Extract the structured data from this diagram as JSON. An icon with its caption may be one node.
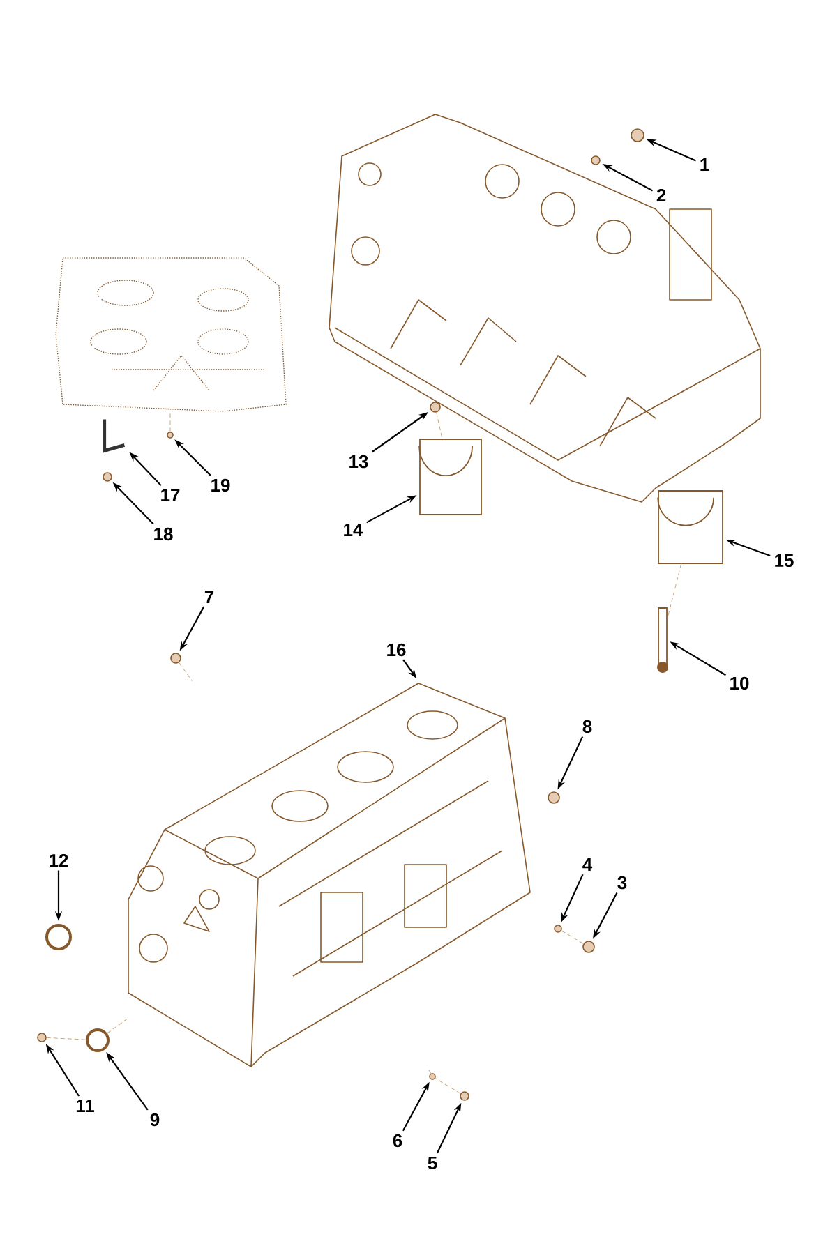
{
  "diagram": {
    "nodes": [
      {
        "text": [
          "1"
        ]
      },
      {
        "text": [
          "2"
        ]
      },
      {
        "text": [
          "3"
        ]
      },
      {
        "text": [
          "4"
        ]
      },
      {
        "text": [
          "5"
        ]
      },
      {
        "text": [
          "6"
        ]
      },
      {
        "text": [
          "7"
        ]
      },
      {
        "text": [
          "8"
        ]
      },
      {
        "text": [
          "9"
        ]
      },
      {
        "text": [
          "10"
        ]
      },
      {
        "text": [
          "11"
        ]
      },
      {
        "text": [
          "12"
        ]
      },
      {
        "text": [
          "13"
        ]
      },
      {
        "text": [
          "14"
        ]
      },
      {
        "text": [
          "15"
        ]
      },
      {
        "text": [
          "16"
        ]
      },
      {
        "text": [
          "17"
        ]
      },
      {
        "text": [
          "18"
        ]
      },
      {
        "text": [
          "19"
        ]
      },
      {
        "text": [],
        "shape": "circle"
      },
      {
        "text": [],
        "shape": "circle"
      },
      {
        "text": [],
        "shape": "circle"
      },
      {
        "text": [],
        "shape": "circle"
      },
      {
        "text": [],
        "shape": "circle"
      },
      {
        "text": [],
        "shape": "circle"
      },
      {
        "text": [],
        "shape": "circle"
      },
      {
        "text": [],
        "shape": "circle"
      },
      {
        "text": [],
        "shape": "circle"
      },
      {
        "text": [],
        "shape": "bar"
      },
      {
        "text": [],
        "shape": "circle"
      },
      {
        "text": [],
        "shape": "circle"
      },
      {
        "text": [],
        "shape": "circle"
      },
      {
        "text": [],
        "shape": "box"
      },
      {
        "text": [],
        "shape": "box"
      },
      {
        "text": [],
        "shape": "picture"
      },
      {
        "text": [],
        "shape": "picture"
      },
      {
        "text": [],
        "shape": "circle"
      },
      {
        "text": [],
        "shape": "circle"
      },
      {
        "text": [],
        "shape": "picture"
      }
    ],
    "edges": [
      {
        "from": 0,
        "to": 19,
        "arrow": "to"
      },
      {
        "from": 1,
        "to": 20,
        "arrow": "to"
      },
      {
        "from": 2,
        "to": 21,
        "arrow": "to"
      },
      {
        "from": 3,
        "to": 22,
        "arrow": "to"
      },
      {
        "from": 4,
        "to": 23,
        "arrow": "to"
      },
      {
        "from": 5,
        "to": 24,
        "arrow": "to"
      },
      {
        "from": 6,
        "to": 25,
        "arrow": "to"
      },
      {
        "from": 7,
        "to": 26,
        "arrow": "to"
      },
      {
        "from": 8,
        "to": 27,
        "arrow": "to"
      },
      {
        "from": 9,
        "to": 28,
        "arrow": "to"
      },
      {
        "from": 10,
        "to": 29,
        "arrow": "to"
      },
      {
        "from": 11,
        "to": 30,
        "arrow": "to"
      },
      {
        "from": 12,
        "to": 31,
        "arrow": "to"
      },
      {
        "from": 13,
        "to": 32,
        "arrow": "to"
      },
      {
        "from": 14,
        "to": 33,
        "arrow": "to"
      },
      {
        "from": 15,
        "to": 34,
        "arrow": "to"
      },
      {
        "from": 16,
        "to": 35,
        "arrow": "to"
      },
      {
        "from": 17,
        "to": 36,
        "arrow": "to"
      },
      {
        "from": 18,
        "to": 37,
        "arrow": "to"
      },
      {
        "from": 31,
        "to": 32,
        "arrow": "none",
        "style": "dashed",
        "color": "#c8a882"
      },
      {
        "from": 33,
        "to": 28,
        "arrow": "none",
        "style": "dashed",
        "color": "#c8a882"
      },
      {
        "from": 29,
        "to": 27,
        "arrow": "none",
        "style": "dashed",
        "color": "#c8a882"
      },
      {
        "from": 27,
        "to": 34,
        "arrow": "none",
        "style": "dashed",
        "color": "#c8a882"
      },
      {
        "from": 23,
        "to": 24,
        "arrow": "none",
        "style": "dashed",
        "color": "#c8a882"
      },
      {
        "from": 24,
        "to": 34,
        "arrow": "none",
        "style": "dashed",
        "color": "#c8a882"
      },
      {
        "from": 22,
        "to": 21,
        "arrow": "none",
        "style": "dashed",
        "color": "#c8a882"
      },
      {
        "from": 25,
        "to": 34,
        "arrow": "none",
        "style": "dashed",
        "color": "#c8a882"
      },
      {
        "from": 37,
        "to": 38,
        "arrow": "none",
        "style": "dashed",
        "color": "#c8a882"
      }
    ]
  }
}
